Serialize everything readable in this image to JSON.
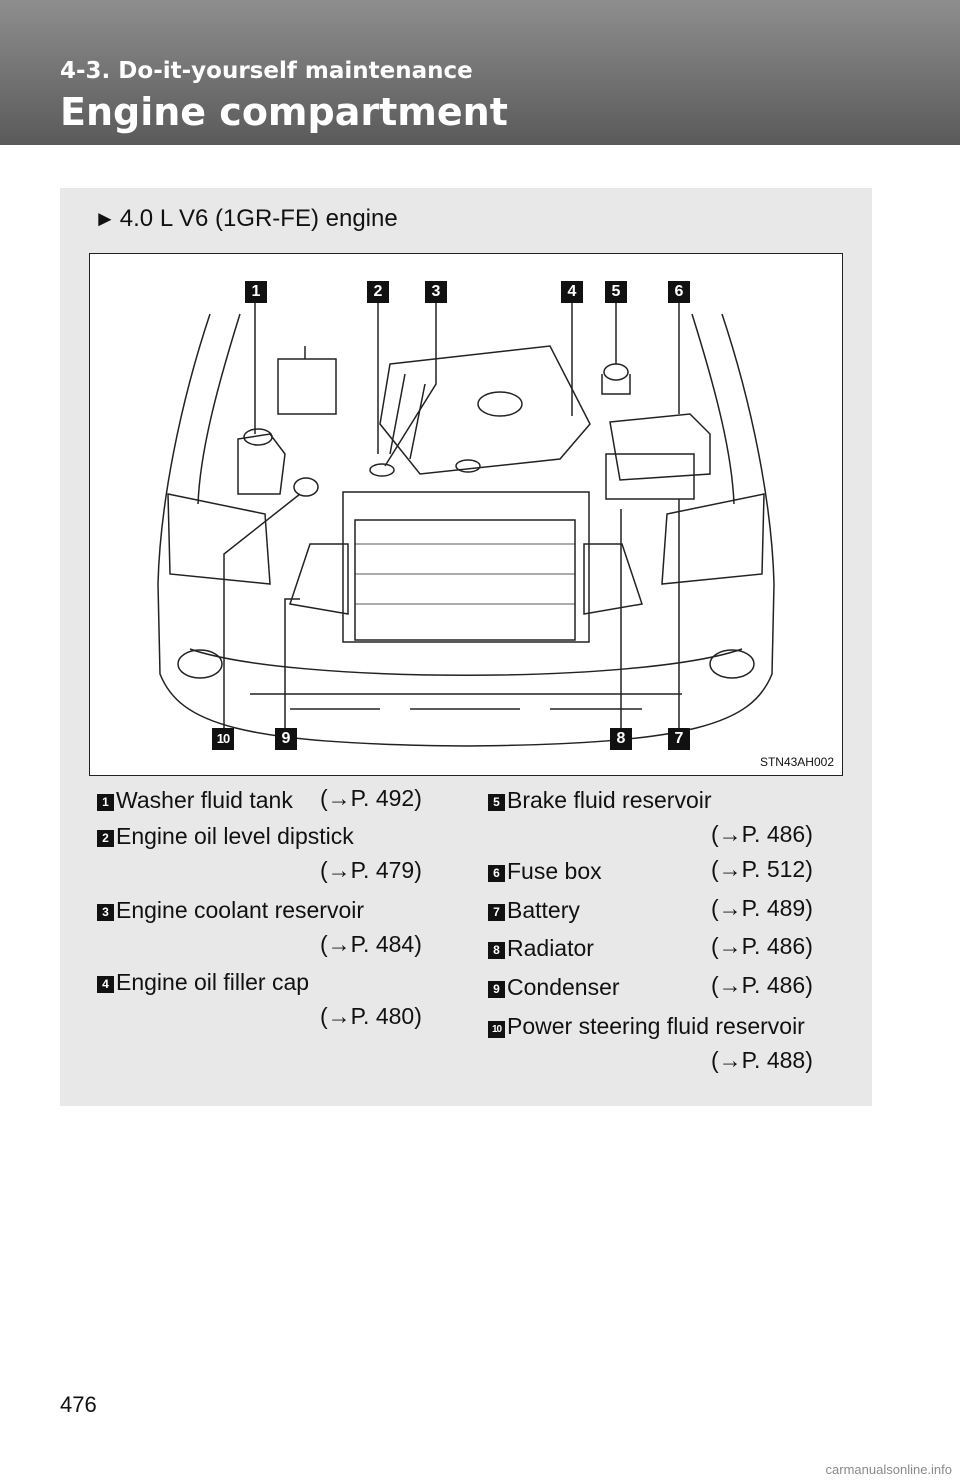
{
  "header": {
    "section": "4-3. Do-it-yourself maintenance",
    "title": "Engine compartment"
  },
  "engine_heading": "4.0 L V6 (1GR-FE) engine",
  "figure": {
    "code": "STN43AH002",
    "callouts": [
      "1",
      "2",
      "3",
      "4",
      "5",
      "6",
      "7",
      "8",
      "9",
      "10"
    ]
  },
  "legend": [
    {
      "num": "1",
      "label": "Washer fluid tank",
      "ref": "(→P. 492)"
    },
    {
      "num": "2",
      "label": "Engine oil level dipstick",
      "ref": "(→P. 479)"
    },
    {
      "num": "3",
      "label": "Engine coolant reservoir",
      "ref": "(→P. 484)"
    },
    {
      "num": "4",
      "label": "Engine oil filler cap",
      "ref": "(→P. 480)"
    },
    {
      "num": "5",
      "label": "Brake fluid reservoir",
      "ref": "(→P. 486)"
    },
    {
      "num": "6",
      "label": "Fuse box",
      "ref": "(→P. 512)"
    },
    {
      "num": "7",
      "label": "Battery",
      "ref": "(→P. 489)"
    },
    {
      "num": "8",
      "label": "Radiator",
      "ref": "(→P. 486)"
    },
    {
      "num": "9",
      "label": "Condenser",
      "ref": "(→P. 486)"
    },
    {
      "num": "10",
      "label": "Power steering fluid reservoir",
      "ref": "(→P. 488)"
    }
  ],
  "page_number": "476",
  "watermark": "carmanualsonline.info",
  "colors": {
    "header_band": "#6e6e6e",
    "panel": "#e8e8e8",
    "callout": "#111111"
  }
}
